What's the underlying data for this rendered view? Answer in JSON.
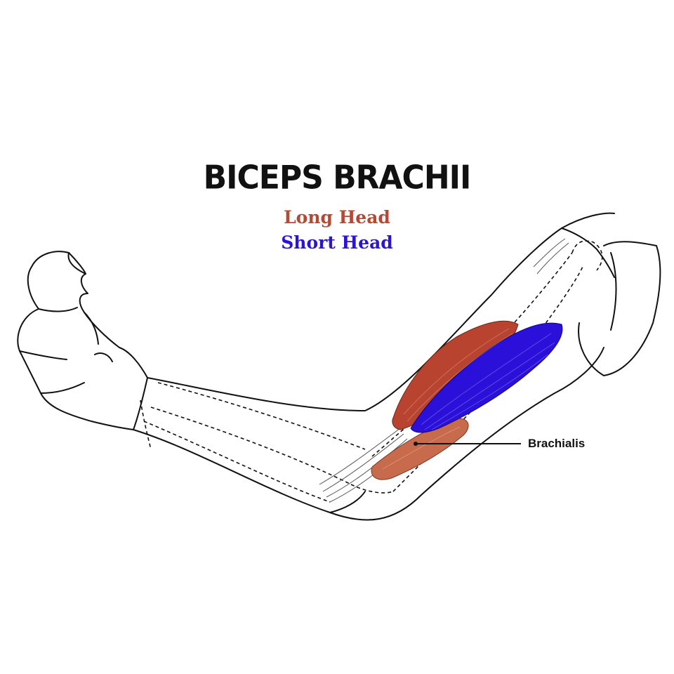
{
  "title": "BICEPS BRACHII",
  "legend": {
    "long_head": {
      "label": "Long Head",
      "color": "#b34a35"
    },
    "short_head": {
      "label": "Short Head",
      "color": "#2a14d6"
    }
  },
  "callout": {
    "label": "Brachialis",
    "color": "#c9704f"
  },
  "colors": {
    "outline": "#111111",
    "long_head_fill": "#b8432e",
    "short_head_fill": "#2a10d8",
    "brachialis_fill": "#c86a4c"
  }
}
